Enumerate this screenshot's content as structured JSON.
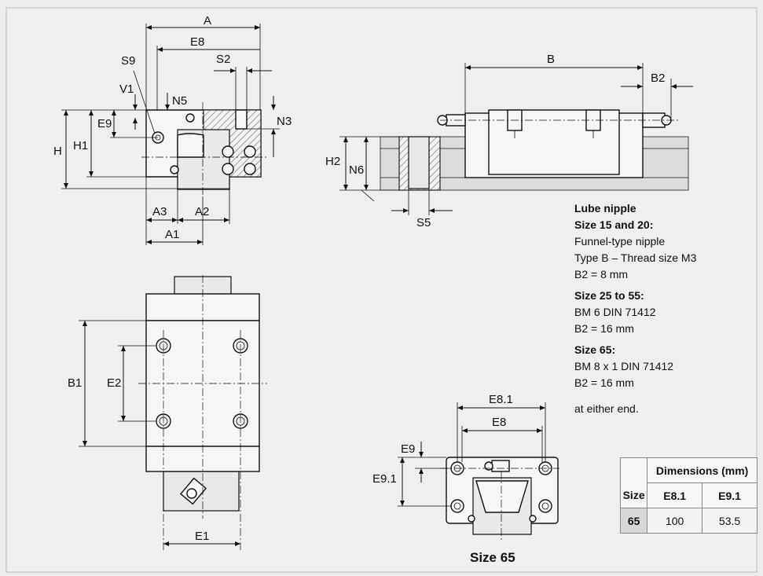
{
  "labels": {
    "A": "A",
    "E8": "E8",
    "S9": "S9",
    "S2": "S2",
    "V1": "V1",
    "N5": "N5",
    "N3": "N3",
    "E9": "E9",
    "H": "H",
    "H1": "H1",
    "A3": "A3",
    "A2": "A2",
    "A1": "A1",
    "B": "B",
    "B2": "B2",
    "H2": "H2",
    "N6": "N6",
    "S5": "S5",
    "B1": "B1",
    "E2": "E2",
    "E1": "E1",
    "E8_1": "E8.1",
    "E8_b": "E8",
    "E9_b": "E9",
    "E9_1": "E9.1"
  },
  "notes": {
    "title": "Lube nipple",
    "group1_head": "Size 15 and 20:",
    "group1_line1": "Funnel-type nipple",
    "group1_line2": "Type B – Thread size M3",
    "group1_b2": "B2 = 8 mm",
    "group2_head": "Size 25 to 55:",
    "group2_line1": "BM 6 DIN 71412",
    "group2_b2": "B2 = 16 mm",
    "group3_head": "Size 65:",
    "group3_line1": "BM 8 x 1 DIN 71412",
    "group3_b2": "B2 = 16 mm",
    "footer": "at either end."
  },
  "table": {
    "header": "Dimensions (mm)",
    "col_size": "Size",
    "col_e81": "E8.1",
    "col_e91": "E9.1",
    "row_size": "65",
    "row_e81": "100",
    "row_e91": "53.5"
  },
  "caption": "Size 65"
}
